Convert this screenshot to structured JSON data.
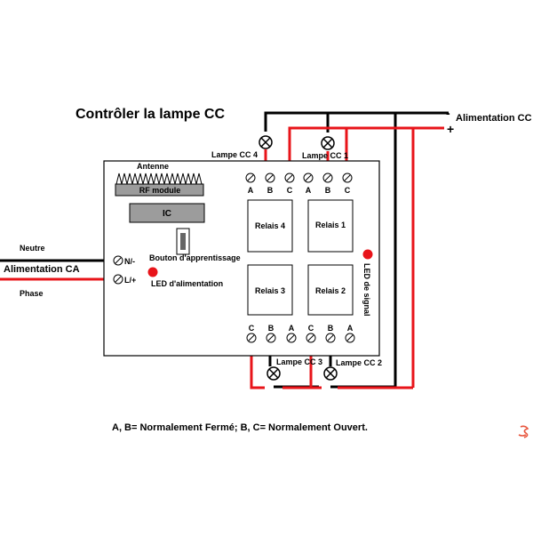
{
  "title": "Contrôler la lampe CC",
  "dc_supply": {
    "label": "Alimentation CC",
    "minus": "-",
    "plus": "+"
  },
  "ac_supply": {
    "label": "Alimentation CA",
    "neutral": "Neutre",
    "phase": "Phase"
  },
  "module": {
    "antenna": "Antenne",
    "rf_module": "RF module",
    "ic": "IC",
    "learn_button": "Bouton d'apprentissage",
    "power_led": "LED d'alimentation",
    "signal_led": "LED de signal",
    "terminal_n": "N/-",
    "terminal_l": "L/+"
  },
  "relays": [
    "Relais 1",
    "Relais 2",
    "Relais 3",
    "Relais 4"
  ],
  "top_terminals": [
    "A",
    "B",
    "C",
    "A",
    "B",
    "C"
  ],
  "bottom_terminals": [
    "C",
    "B",
    "A",
    "C",
    "B",
    "A"
  ],
  "lamps": [
    "Lampe CC 1",
    "Lampe CC 2",
    "Lampe CC 3",
    "Lampe CC 4"
  ],
  "legend": "A, B= Normalement Fermé; B, C= Normalement Ouvert.",
  "colors": {
    "wire_black": "#000000",
    "wire_red": "#e8141a",
    "panel_gray": "#9c9c9c",
    "led_red": "#e8141a",
    "logo": "#e8543c"
  }
}
